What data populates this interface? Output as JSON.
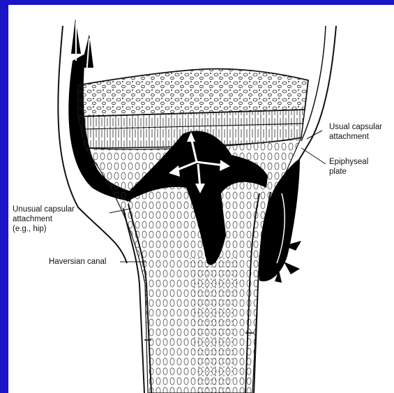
{
  "figure": {
    "background_color": "#1a14c8",
    "panel_color": "#ffffff",
    "ink_color": "#111111"
  },
  "labels": {
    "usual_capsular": {
      "line1": "Usual capsular",
      "line2": "attachment"
    },
    "epiphyseal": {
      "line1": "Epiphyseal",
      "line2": "plate"
    },
    "unusual_capsular": {
      "line1": "Unusual capsular",
      "line2": "attachment",
      "line3": "(e.g., hip)"
    },
    "haversian": {
      "line1": "Haversian canal"
    }
  },
  "arrows": {
    "spread_direction_count": 4
  }
}
